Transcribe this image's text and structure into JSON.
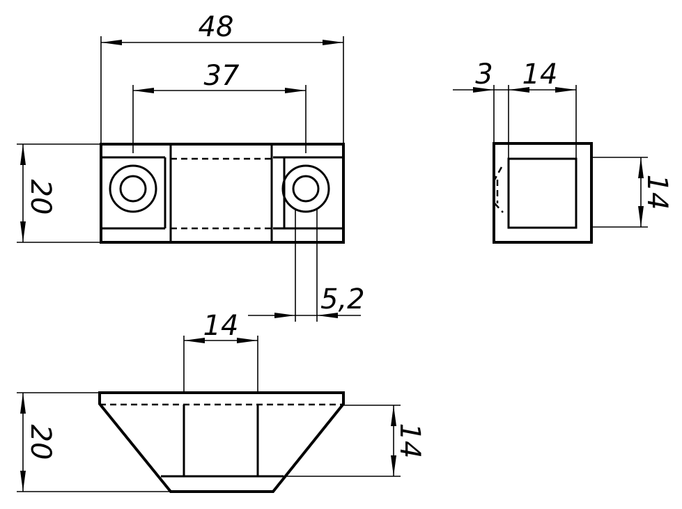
{
  "dimensions": {
    "front_overall_length": "48",
    "front_hole_spacing": "37",
    "front_height": "20",
    "front_hole_offset": "5,2",
    "side_lip": "3",
    "side_width": "14",
    "side_height": "14",
    "top_width": "14",
    "top_height": "20",
    "top_inner_height": "14"
  }
}
